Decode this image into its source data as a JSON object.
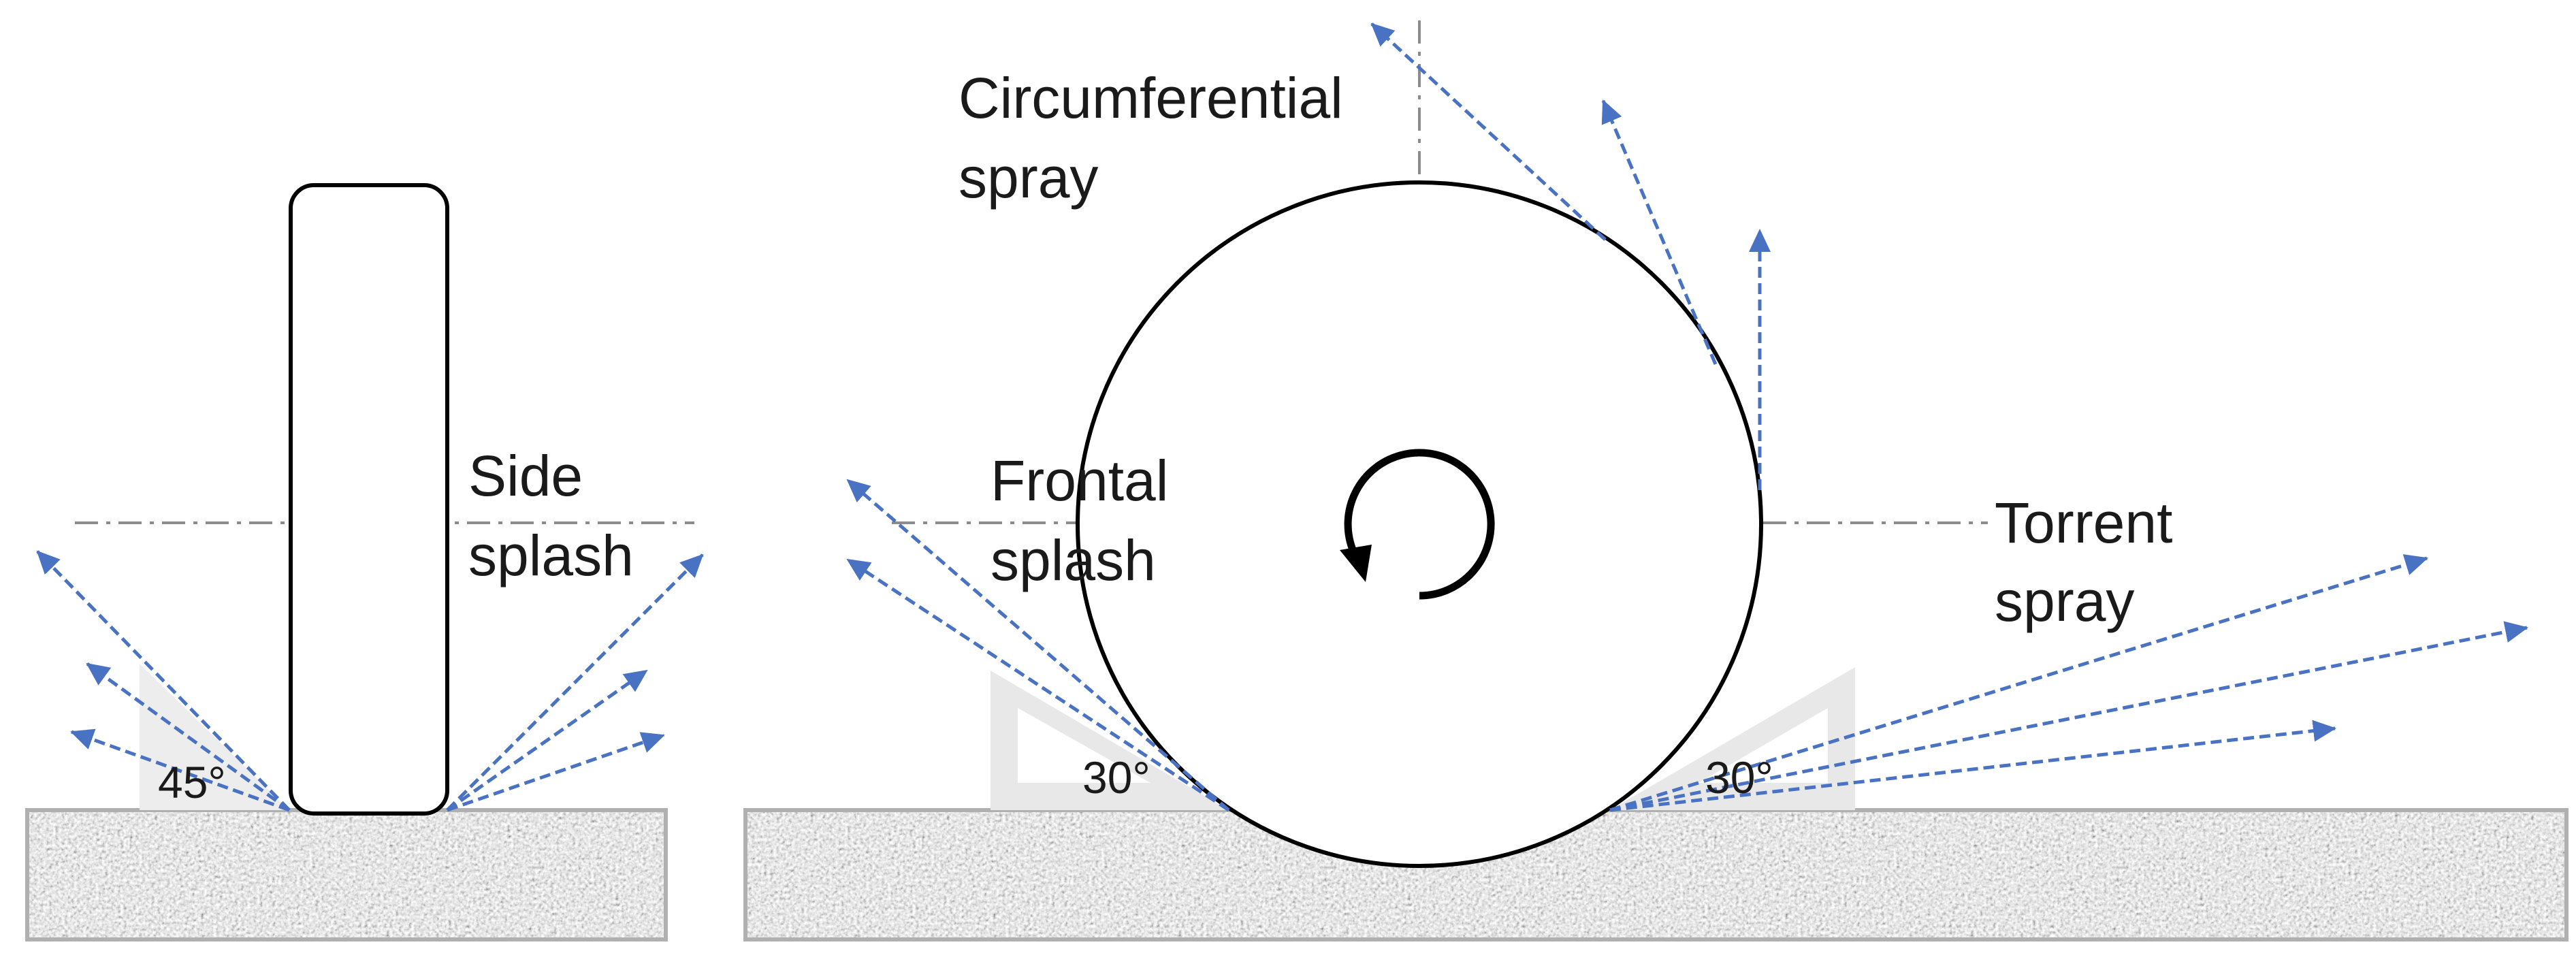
{
  "labels": {
    "side_line1": "Side",
    "side_line2": "splash",
    "circ_line1": "Circumferential",
    "circ_line2": "spray",
    "frontal_line1": "Frontal",
    "frontal_line2": "splash",
    "torrent_line1": "Torrent",
    "torrent_line2": "spray"
  },
  "angles": {
    "side": "45°",
    "frontal": "30°",
    "torrent": "30°"
  },
  "colors": {
    "arrow": "#4a72c2",
    "centerline": "#8c8c8c",
    "outline": "#000000",
    "angle_wedge": "#e6e6e6",
    "ground_border": "#b0b0b0"
  },
  "icons": {
    "rotation": "clockwise-rotation-arrow-icon"
  }
}
